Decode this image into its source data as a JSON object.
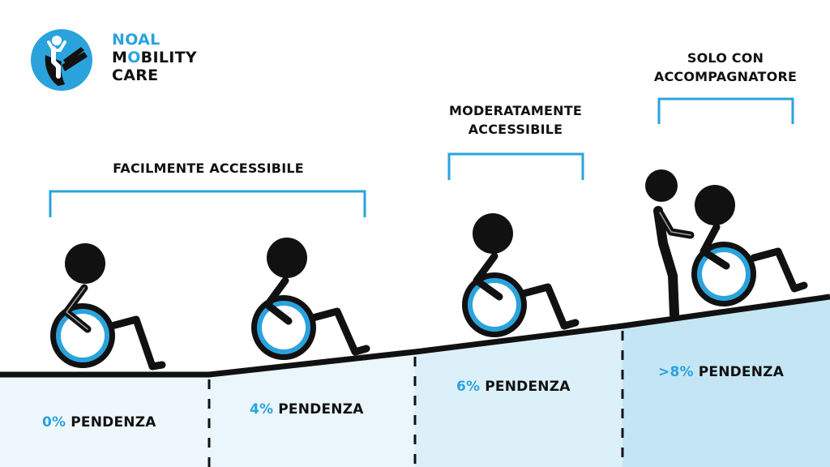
{
  "logo": {
    "line1": "NOAL",
    "line2_pre": "M",
    "line2_o": "O",
    "line2_post": "BILITY",
    "line3": "CARE",
    "icon": "hand-child-icon"
  },
  "categories": [
    {
      "heading": "FACILMENTE ACCESSIBILE"
    },
    {
      "heading_line1": "MODERATAMENTE",
      "heading_line2": "ACCESSIBILE"
    },
    {
      "heading_line1": "SOLO CON",
      "heading_line2": "ACCOMPAGNATORE"
    }
  ],
  "zones": [
    {
      "pct": "0%",
      "word": "PENDENZA"
    },
    {
      "pct": "4%",
      "word": "PENDENZA"
    },
    {
      "pct": "6%",
      "word": "PENDENZA"
    },
    {
      "pct": ">8%",
      "word": "PENDENZA"
    }
  ],
  "colors": {
    "accent": "#2aa3dd",
    "ink": "#111111",
    "zone1": "#eef7fc",
    "zone2": "#eaf5fc",
    "zone3": "#dcf0fa",
    "zone4": "#c4e6f4"
  }
}
